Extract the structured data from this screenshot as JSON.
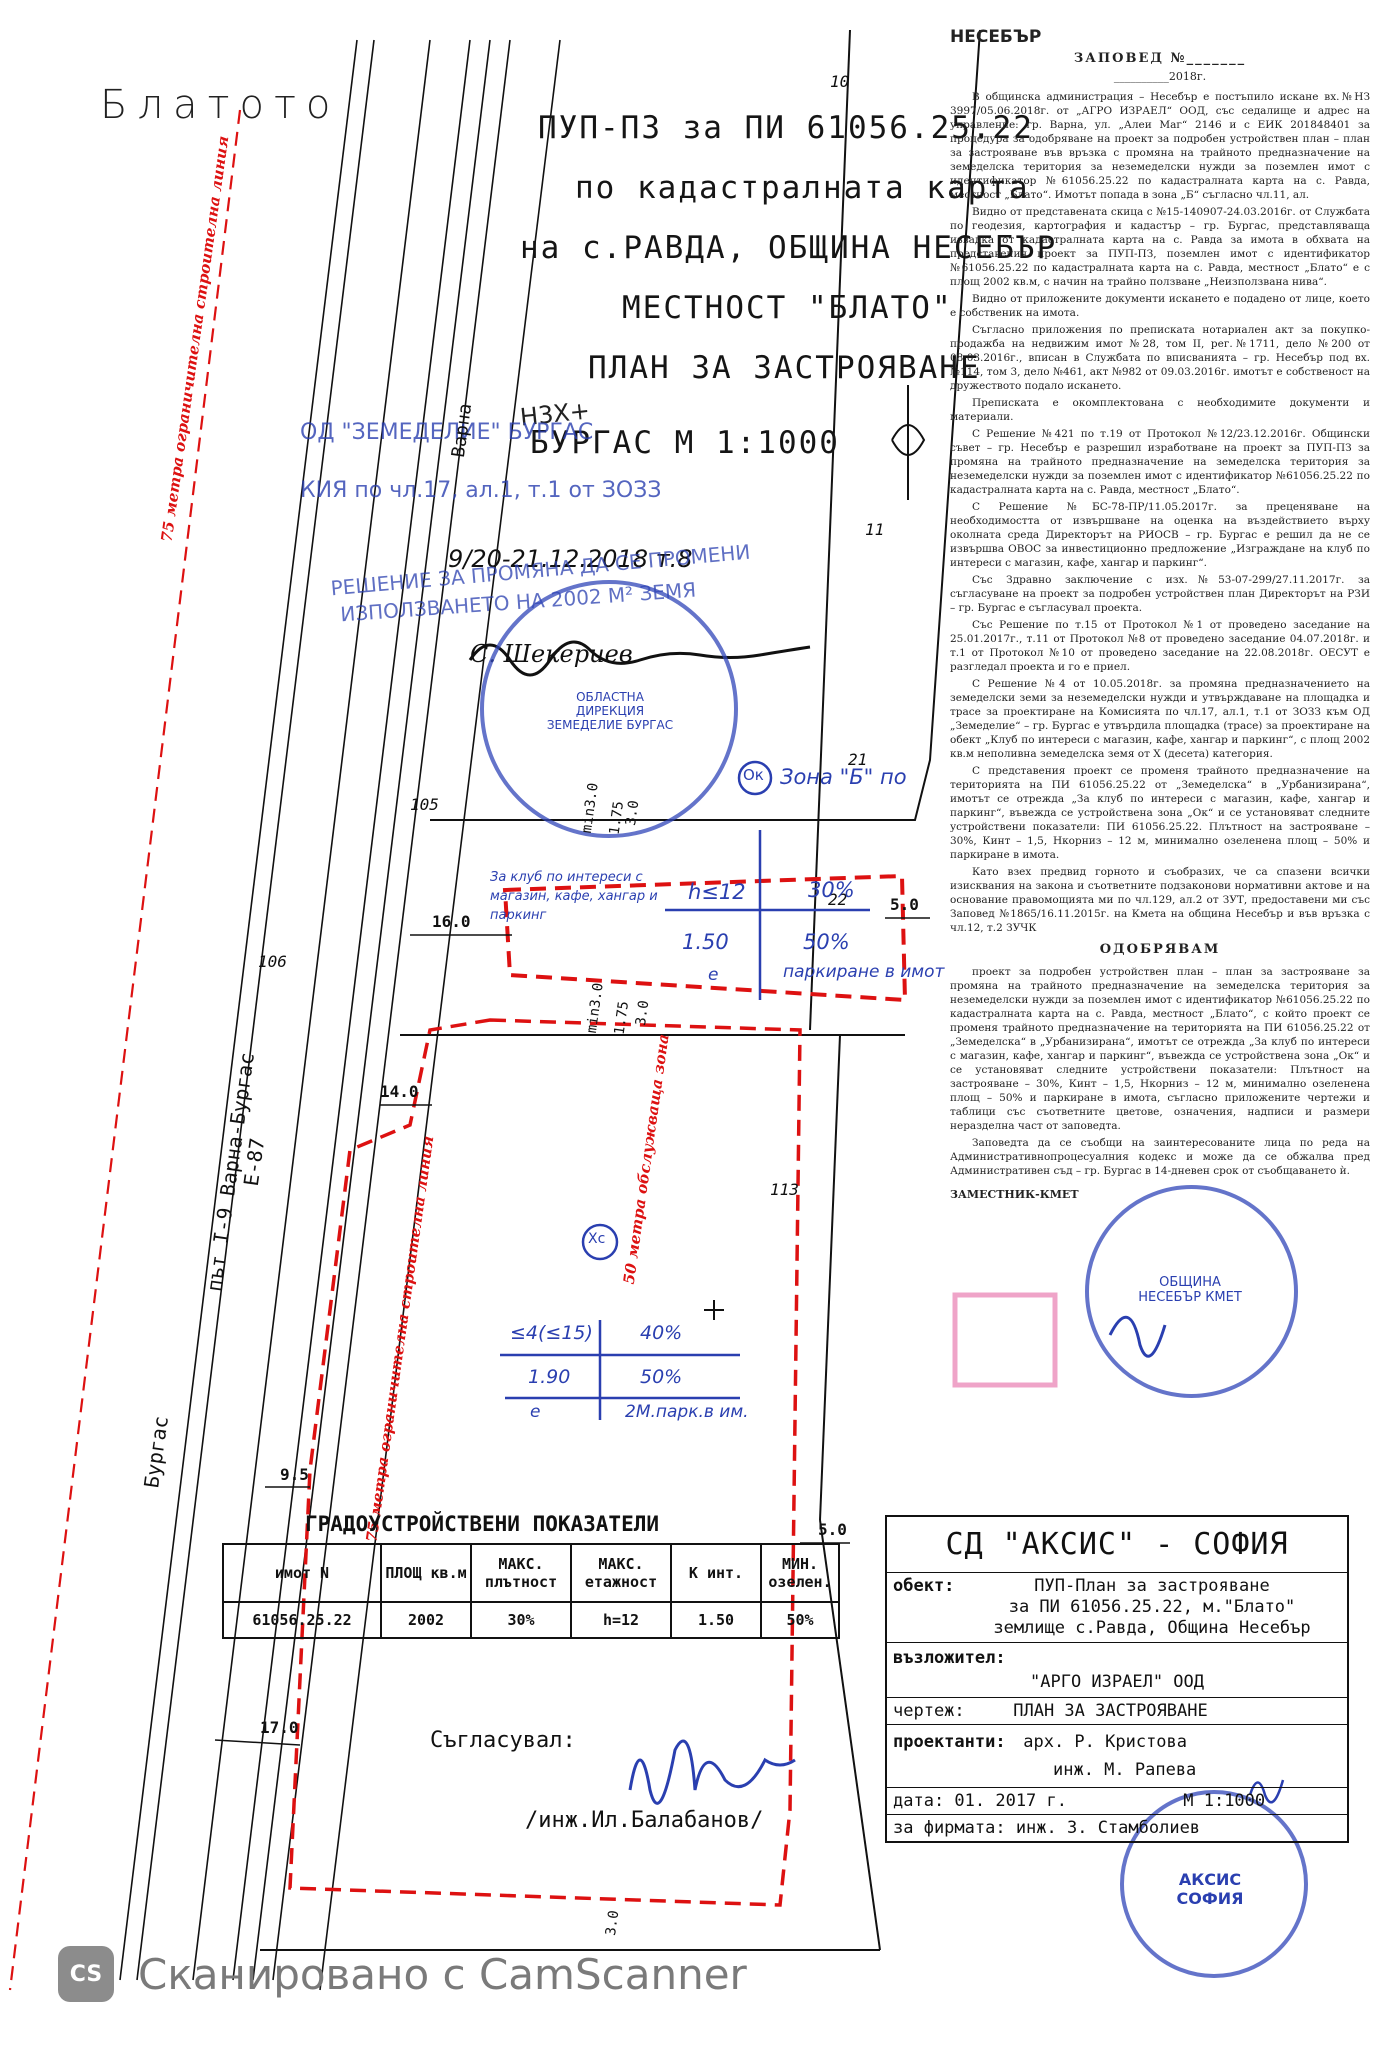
{
  "document": {
    "place_name": "Блатото",
    "header": {
      "line1": "ПУП-ПЗ за ПИ 61056.25.22",
      "line2": "по кадастралната карта",
      "line3": "на с.РАВДА, ОБЩИНА НЕСЕБЪР",
      "line4": "МЕСТНОСТ \"БЛАТО\"",
      "line5": "ПЛАН ЗА ЗАСТРОЯВАНЕ",
      "scale": "БУРГАС  М 1:1000"
    },
    "order": {
      "town": "НЕСЕБЪР",
      "title": "ЗАПОВЕД №_______",
      "date": "__________2018г.",
      "paragraphs": [
        "В общинска администрация – Несебър е постъпило искане вх.№НЗ 3997/05.06.2018г. от „АГРО ИЗРАЕЛ“ ООД, със седалище и адрес на управление: гр. Варна, ул. „Алеи Маг“ 2146 и с ЕИК 201848401 за процедура за одобряване на проект за подробен устройствен план – план за застрояване във връзка с промяна на трайното предназначение на земеделска територия за неземеделски нужди за поземлен имот с идентификатор №61056.25.22 по кадастралната карта на с. Равда, местност „Блато“. Имотът попада в зона „Б“ съгласно чл.11, ал.",
        "Видно от представената скица с №15-140907-24.03.2016г. от Службата по геодезия, картография и кадастър – гр. Бургас, представляваща извадка от кадастралната карта на с. Равда за имота в обхвата на представения проект за ПУП-ПЗ, поземлен имот с идентификатор №61056.25.22 по кадастралната карта на с. Равда, местност „Блато“ е с площ 2002 кв.м, с начин на трайно ползване „Неизползвана нива“.",
        "Видно от приложените документи искането е подадено от лице, което е собственик на имота.",
        "Съгласно приложения по преписката нотариален акт за покупко-продажба на недвижим имот №28, том II, рег.№1711, дело №200 от 08.03.2016г., вписан в Службата по вписванията – гр. Несебър под вх.№114, том 3, дело №461, акт №982 от 09.03.2016г. имотът е собственост на дружеството подало искането.",
        "Преписката е окомплектована с необходимите документи и материали.",
        "С Решение №421 по т.19 от Протокол №12/23.12.2016г. Общински съвет – гр. Несебър е разрешил изработване на проект за ПУП-ПЗ за промяна на трайното предназначение на земеделска територия за неземеделски нужди за поземлен имот с идентификатор №61056.25.22 по кадастралната карта на с. Равда, местност „Блато“.",
        "С Решение №БС-78-ПР/11.05.2017г. за преценяване на необходимостта от извършване на оценка на въздействието върху околната среда Директорът на РИОСВ – гр. Бургас е решил да не се извършва ОВОС за инвестиционно предложение „Изграждане на клуб по интереси с магазин, кафе, хангар и паркинг“.",
        "Със Здравно заключение с изх.№53-07-299/27.11.2017г. за съгласуване на проект за подробен устройствен план Директорът на РЗИ – гр. Бургас е съгласувал проекта.",
        "Със Решение по т.15 от Протокол №1 от проведено заседание на 25.01.2017г., т.11 от Протокол №8 от проведено заседание 04.07.2018г. и т.1 от Протокол №10 от проведено заседание на 22.08.2018г. ОЕСУТ е разгледал проекта и го е приел.",
        "С Решение №4 от 10.05.2018г. за промяна предназначението на земеделски земи за неземеделски нужди и утвърждаване на площадка и трасе за проектиране на Комисията по чл.17, ал.1, т.1 от ЗОЗЗ към ОД „Земеделие“ – гр. Бургас е утвърдила площадка (трасе) за проектиране на обект „Клуб по интереси с магазин, кафе, хангар и паркинг“, с площ 2002 кв.м неполивна земеделска земя от X (десета) категория.",
        "С представения проект се променя трайното предназначение на територията на ПИ 61056.25.22 от „Земеделска“ в „Урбанизирана“, имотът се отрежда „За клуб по интереси с магазин, кафе, хангар и паркинг“, въвежда се устройствена зона „Ок“ и се установяват следните устройствени показатели: ПИ 61056.25.22. Плътност на застрояване – 30%, Кинт – 1,5, Hкорниз – 12 м, минимално озеленена площ – 50% и паркиране в имота.",
        "Като взех предвид горното и съобразих, че са спазени всички изисквания на закона и съответните подзаконови нормативни актове и на основание правомощията ми по чл.129, ал.2 от ЗУТ, предоставени ми със Заповед №1865/16.11.2015г. на Кмета на община Несебър и във връзка с чл.12, т.2 ЗУЧК"
      ],
      "approve_title": "ОДОБРЯВАМ",
      "approve_text": "проект за подробен устройствен план – план за застрояване за промяна на трайното предназначение на земеделска територия за неземеделски нужди за поземлен имот с идентификатор №61056.25.22 по кадастралната карта на с. Равда, местност „Блато“, с който проект се променя трайното предназначение на територията на ПИ 61056.25.22 от „Земеделска“ в „Урбанизирана“, имотът се отрежда „За клуб по интереси с магазин, кафе, хангар и паркинг“, въвежда се устройствена зона „Ок“ и се установяват следните устройствени показатели: Плътност на застрояване – 30%, Кинт – 1,5, Нкорниз – 12 м, минимално озеленена площ – 50% и паркиране в имота, съгласно приложените чертежи и таблици със съответните цветове, означения, надписи и размери неразделна част от заповедта.",
      "notice": "Заповедта да се съобщи на заинтересованите лица по реда на Административнопроцесуалния кодекс и може да се обжалва пред Административен съд – гр. Бургас в 14-дневен срок от съобщаването ѝ.",
      "deputy": "ЗАМЕСТНИК-КМЕТ"
    },
    "stamp_text": {
      "approved_line1": "Н3Х+",
      "approved_line2": "ОД \"ЗЕМЕДЕЛИЕ\" БУРГАС",
      "approved_line3": "КИЯ по чл.17, ал.1, т.1 от ЗОЗЗ",
      "decision": "9/20-21.12.2018 т.8",
      "change": "РЕШЕНИЕ ЗА ПРОМЯНА ДА СЕ ПРОМЕНИ",
      "area": "ИЗПОЛЗВАНЕТО НА 2002 М² ЗЕМЯ",
      "approver": "С. Шекериев"
    },
    "plot_numbers": [
      "10",
      "11",
      "21",
      "22",
      "105",
      "106",
      "113"
    ],
    "road": {
      "varna": "Варна",
      "main": "път I-9 Варна-Бургас",
      "code": "Е-87",
      "burgas": "Бургас"
    },
    "red_labels": {
      "building_line_top": "75 метра ограничителна строителна линия",
      "building_line_mid": "75 метра ограничителна строителна линия",
      "service_zone": "50 метра обслужваща зона"
    },
    "zone_upper": {
      "zone": "Ок",
      "zone_label": "Зона \"Б\" по",
      "purpose": "За клуб по интереси с магазин, кафе, хангар и паркинг",
      "height": "h≤12",
      "density": "30%",
      "kint": "1.50",
      "green": "50%",
      "e_label": "е",
      "parking": "паркиране в имот"
    },
    "zone_lower": {
      "zone": "Хс",
      "height": "≤4(≤15)",
      "density": "40%",
      "kint": "1.90",
      "green": "50%",
      "e_label": "е",
      "parking": "2М.парк.в им."
    },
    "dimensions": {
      "d16": "16.0",
      "d5a": "5.0",
      "d14": "14.0",
      "d9": "9.5",
      "d5b": "5.0",
      "d17": "17.0",
      "d30a": "min3.0",
      "d30b": "3.0",
      "d30c": "min3.0",
      "d30d": "3.0",
      "d175a": "1.75",
      "d175b": "1.75",
      "d30e": "3.0"
    },
    "indicators": {
      "title": "ГРАДОУСТРОЙСТВЕНИ ПОКАЗАТЕЛИ",
      "headers": [
        "имот N",
        "ПЛОЩ кв.м",
        "МАКС. плътност",
        "МАКС. етажност",
        "К инт.",
        "МИН. озелен."
      ],
      "row": [
        "61056.25.22",
        "2002",
        "30%",
        "h=12",
        "1.50",
        "50%"
      ]
    },
    "approval": {
      "label": "Съгласувал:",
      "name": "/инж.Ил.Балабанов/"
    },
    "titleblock": {
      "company": "СД \"АКСИС\" - СОФИЯ",
      "object_label": "обект:",
      "object_l1": "ПУП-План за застрояване",
      "object_l2": "за ПИ 61056.25.22, м.\"Блато\"",
      "object_l3": "землище с.Равда, Община Несебър",
      "client_label": "възложител:",
      "client": "\"АРГО ИЗРАЕЛ\" ООД",
      "drawing_label": "чертеж:",
      "drawing": "ПЛАН ЗА ЗАСТРОЯВАНЕ",
      "designers_label": "проектанти:",
      "designer1": "арх. Р. Кристова",
      "designer2": "инж. М. Рапева",
      "date_label": "дата: 01. 2017 г.",
      "scale": "М 1:1000",
      "firm": "за фирмата: инж. З. Стамболиев"
    },
    "axis_stamp": "АКСИС СОФИЯ",
    "municipal_stamp": "ОБЩИНА НЕСЕБЪР КМЕТ",
    "agri_stamp": "ОБЛАСТНА ДИРЕКЦИЯ ЗЕМЕДЕЛИЕ БУРГАС",
    "scanner": {
      "logo": "CS",
      "text": "Сканировано с CamScanner"
    }
  }
}
